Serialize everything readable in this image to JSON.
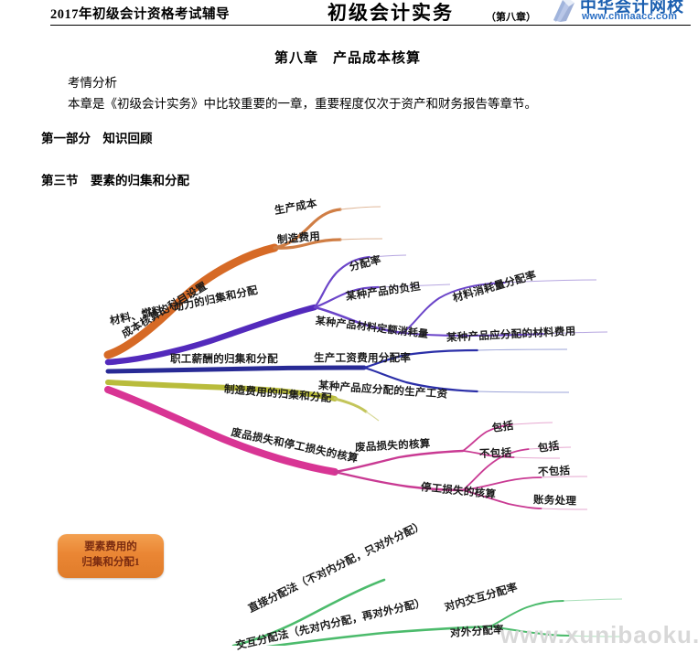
{
  "header": {
    "left_title": "2017年初级会计资格考试辅导",
    "center_title": "初级会计实务",
    "chapter_tag": "（第八章）",
    "logo_cn": "中华会计网校",
    "logo_url": "www.chinaacc.com",
    "logo_icon": "book-logo-icon"
  },
  "document": {
    "chapter_title": "第八章　产品成本核算",
    "analysis_label": "考情分析",
    "analysis_text": "本章是《初级会计实务》中比较重要的一章，重要程度仅次于资产和财务报告等章节。",
    "part_title": "第一部分　知识回顾",
    "section_title": "第三节　要素的归集和分配"
  },
  "mindmap": {
    "center": {
      "line1": "要素费用的",
      "line2": "归集和分配1",
      "color": "#e78a38"
    },
    "branches": [
      {
        "label": "成本核算的科目设置",
        "color": "#d4621a",
        "children": [
          {
            "label": "生产成本"
          },
          {
            "label": "制造费用"
          }
        ]
      },
      {
        "label": "材料、燃料、动力的归集和分配",
        "color": "#4a1fb8",
        "children": [
          {
            "label": "分配率"
          },
          {
            "label": "某种产品的负担"
          },
          {
            "label": "某种产品材料定额消耗量",
            "children": [
              {
                "label": "材料消耗量分配率"
              },
              {
                "label": "某种产品应分配的材料费用"
              }
            ]
          }
        ]
      },
      {
        "label": "职工薪酬的归集和分配",
        "color": "#1c1f8f",
        "children": [
          {
            "label": "生产工资费用分配率"
          },
          {
            "label": "某种产品应分配的生产工资"
          }
        ]
      },
      {
        "label": "制造费用的归集和分配",
        "color": "#b5b832",
        "children": []
      },
      {
        "label": "废品损失和停工损失的核算",
        "color": "#d62a8e",
        "children": [
          {
            "label": "废品损失的核算",
            "children": [
              {
                "label": "包括"
              },
              {
                "label": "不包括"
              }
            ]
          },
          {
            "label": "停工损失的核算",
            "children": [
              {
                "label": "包括"
              },
              {
                "label": "不包括"
              },
              {
                "label": "账务处理"
              }
            ]
          }
        ]
      },
      {
        "label": "直接分配法（不对内分配，只对外分配）",
        "color": "#4cbb6c",
        "children": []
      },
      {
        "label": "交互分配法（先对内分配，再对外分配）",
        "color": "#4cbb6c",
        "children": [
          {
            "label": "对内交互分配率"
          },
          {
            "label": "对外分配率"
          }
        ]
      }
    ]
  },
  "watermark": {
    "text": "www.xunibaoku.com"
  }
}
